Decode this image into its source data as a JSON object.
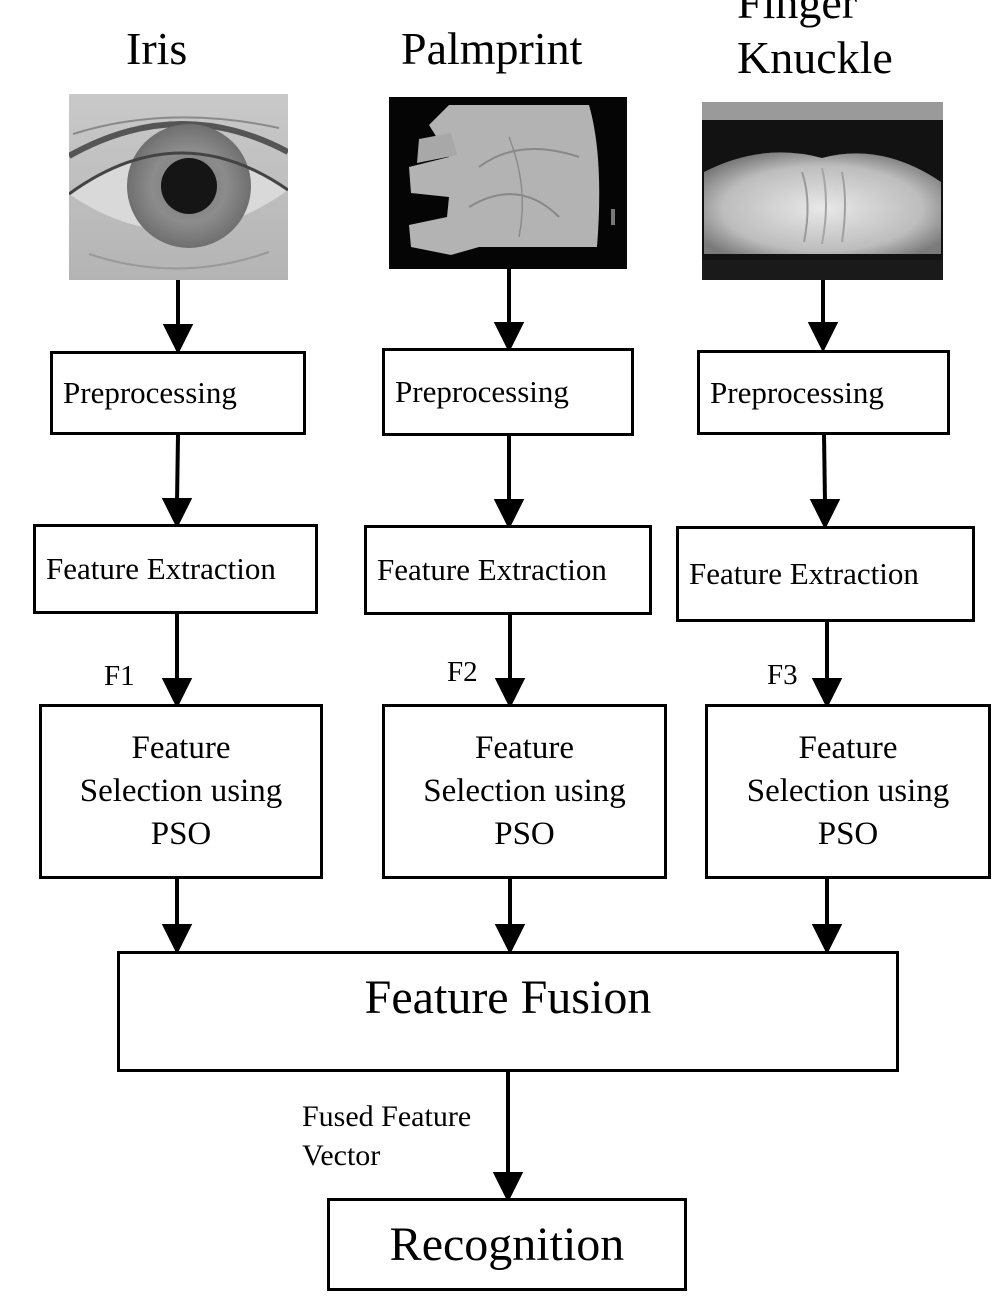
{
  "titles": {
    "iris": "Iris",
    "palmprint": "Palmprint",
    "finger_knuckle_line1": "Finger",
    "finger_knuckle_line2": "Knuckle"
  },
  "steps": {
    "preprocessing": "Preprocessing",
    "feature_extraction": "Feature Extraction",
    "feature_selection_line1": "Feature",
    "feature_selection_line2": "Selection using",
    "feature_selection_line3": "PSO"
  },
  "feature_labels": [
    "F1",
    "F2",
    "F3"
  ],
  "fusion": "Feature Fusion",
  "fused_vector_line1": "Fused Feature",
  "fused_vector_line2": "Vector",
  "recognition": "Recognition"
}
